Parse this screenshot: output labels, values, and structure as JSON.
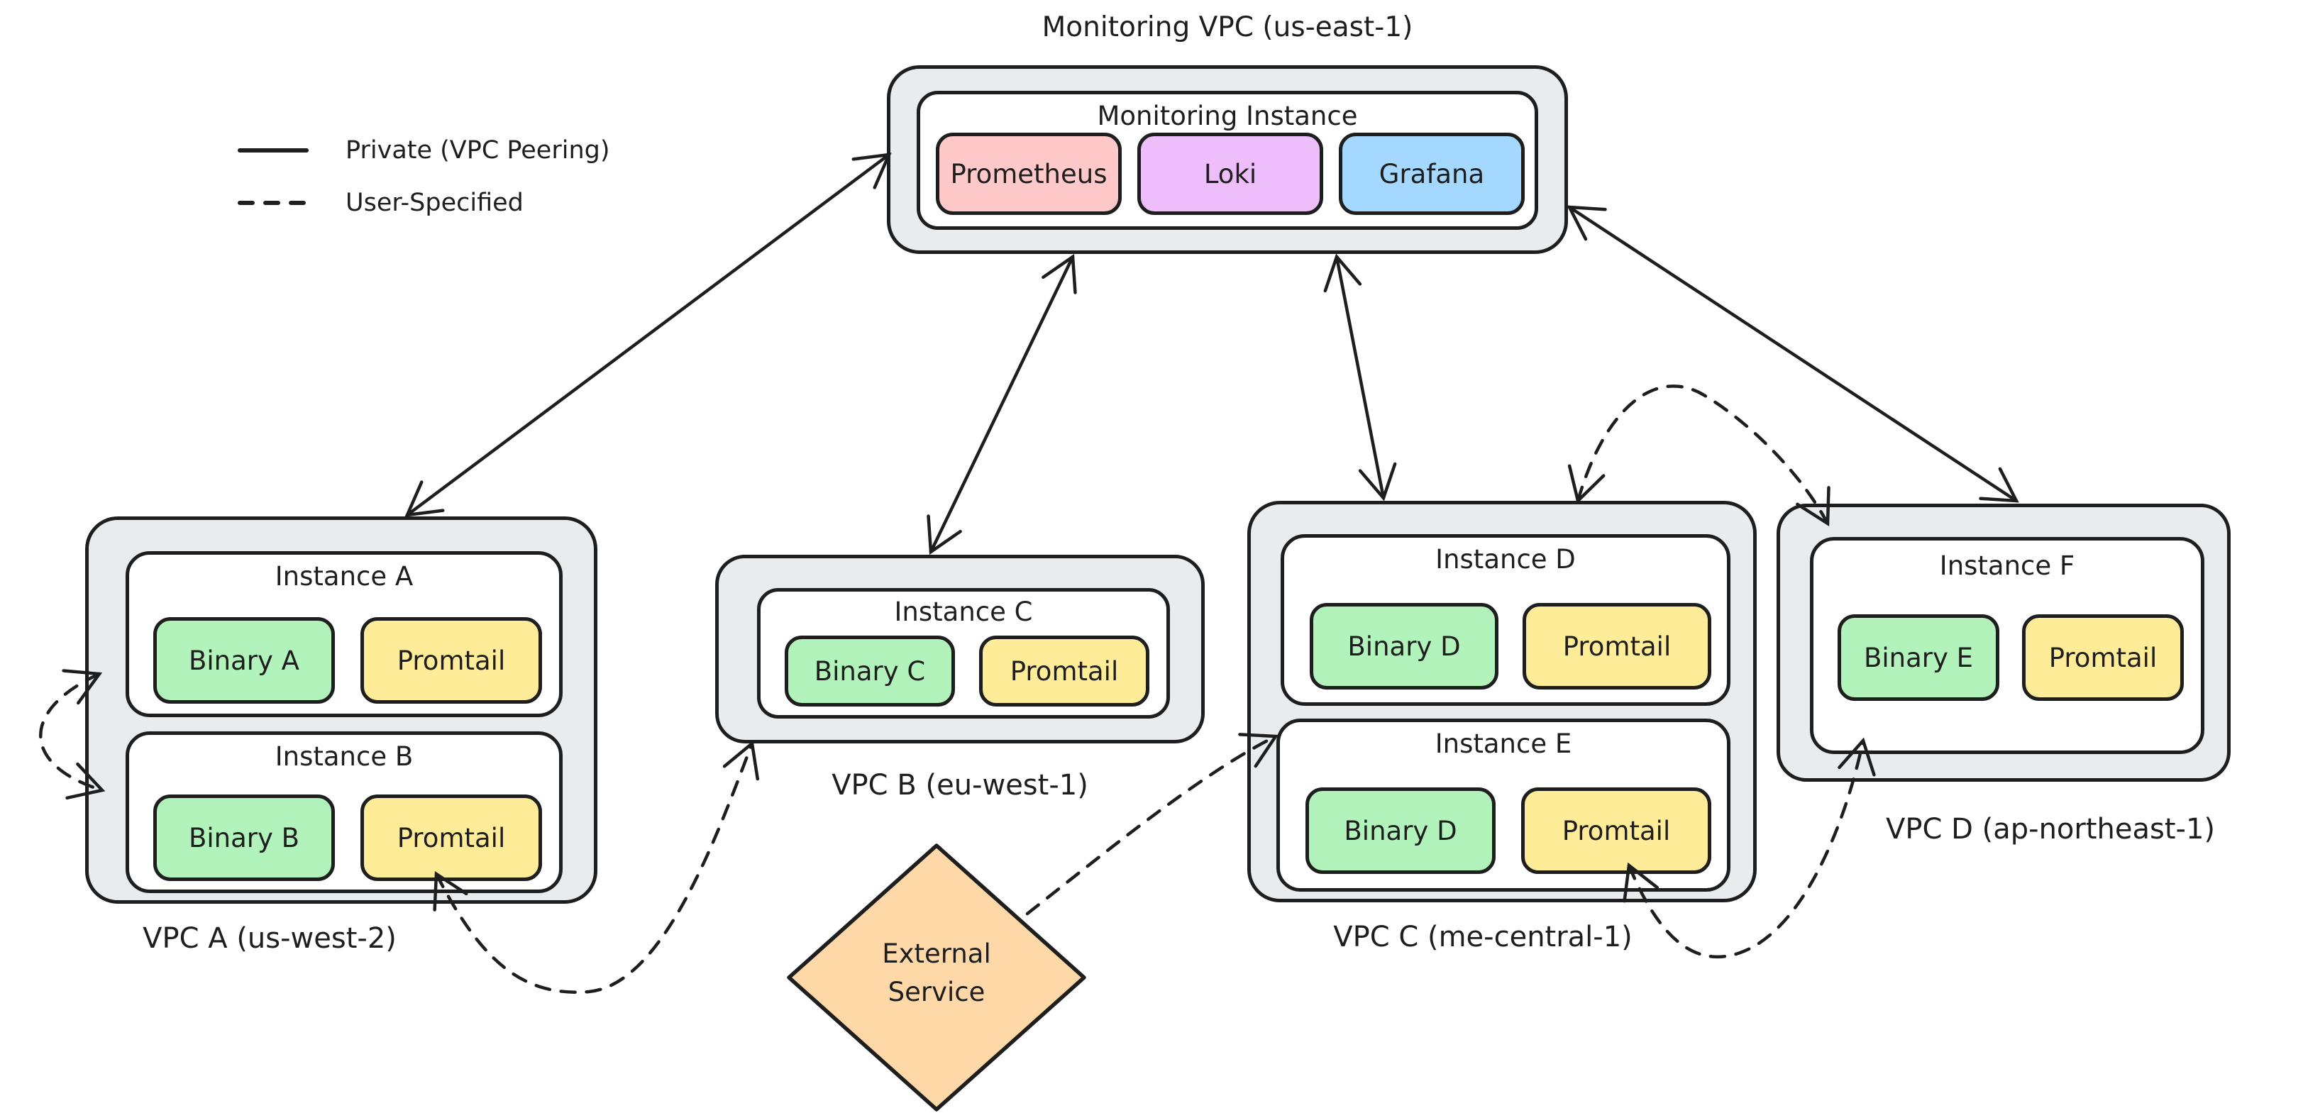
{
  "title": "Monitoring VPC (us-east-1)",
  "legend": {
    "private": {
      "label": "Private (VPC Peering)",
      "style": "solid"
    },
    "user_specified": {
      "label": "User-Specified",
      "style": "dashed"
    }
  },
  "monitoring": {
    "instance_label": "Monitoring Instance",
    "components": [
      {
        "label": "Prometheus",
        "color": "#ffc9c9"
      },
      {
        "label": "Loki",
        "color": "#eebefa"
      },
      {
        "label": "Grafana",
        "color": "#a5d8ff"
      }
    ]
  },
  "vpcs": [
    {
      "label": "VPC A (us-west-2)",
      "instances": [
        {
          "label": "Instance A",
          "components": [
            {
              "label": "Binary A",
              "color": "#b2f2bb"
            },
            {
              "label": "Promtail",
              "color": "#ffec99"
            }
          ]
        },
        {
          "label": "Instance B",
          "components": [
            {
              "label": "Binary B",
              "color": "#b2f2bb"
            },
            {
              "label": "Promtail",
              "color": "#ffec99"
            }
          ]
        }
      ]
    },
    {
      "label": "VPC B (eu-west-1)",
      "instances": [
        {
          "label": "Instance C",
          "components": [
            {
              "label": "Binary C",
              "color": "#b2f2bb"
            },
            {
              "label": "Promtail",
              "color": "#ffec99"
            }
          ]
        }
      ]
    },
    {
      "label": "VPC C (me-central-1)",
      "instances": [
        {
          "label": "Instance D",
          "components": [
            {
              "label": "Binary D",
              "color": "#b2f2bb"
            },
            {
              "label": "Promtail",
              "color": "#ffec99"
            }
          ]
        },
        {
          "label": "Instance E",
          "components": [
            {
              "label": "Binary D",
              "color": "#b2f2bb"
            },
            {
              "label": "Promtail",
              "color": "#ffec99"
            }
          ]
        }
      ]
    },
    {
      "label": "VPC D (ap-northeast-1)",
      "instances": [
        {
          "label": "Instance F",
          "components": [
            {
              "label": "Binary E",
              "color": "#b2f2bb"
            },
            {
              "label": "Promtail",
              "color": "#ffec99"
            }
          ]
        }
      ]
    }
  ],
  "external_service": {
    "line1": "External",
    "line2": "Service",
    "color": "#ffd8a8"
  },
  "connections": [
    {
      "from": "Monitoring Instance",
      "to": "VPC A",
      "style": "private",
      "bidirectional": true
    },
    {
      "from": "Monitoring Instance",
      "to": "VPC B",
      "style": "private",
      "bidirectional": true
    },
    {
      "from": "Monitoring Instance",
      "to": "VPC C",
      "style": "private",
      "bidirectional": true
    },
    {
      "from": "Monitoring Instance",
      "to": "VPC D",
      "style": "private",
      "bidirectional": true
    },
    {
      "from": "Instance A",
      "to": "Instance B",
      "style": "user-specified",
      "bidirectional": true
    },
    {
      "from": "Instance B",
      "to": "Instance C",
      "style": "user-specified",
      "bidirectional": true
    },
    {
      "from": "External Service",
      "to": "Instance E",
      "style": "user-specified",
      "bidirectional": false
    },
    {
      "from": "Instance D",
      "to": "Instance F",
      "style": "user-specified",
      "bidirectional": true
    },
    {
      "from": "Instance E",
      "to": "Instance F",
      "style": "user-specified",
      "bidirectional": true
    }
  ],
  "colors": {
    "stroke": "#1e1e1e",
    "vpc_fill": "#e9ecef",
    "instance_fill": "#ffffff",
    "binary_green": "#b2f2bb",
    "promtail_yellow": "#ffec99",
    "prometheus_pink": "#ffc9c9",
    "loki_purple": "#eebefa",
    "grafana_blue": "#a5d8ff",
    "external_orange": "#ffd8a8"
  }
}
